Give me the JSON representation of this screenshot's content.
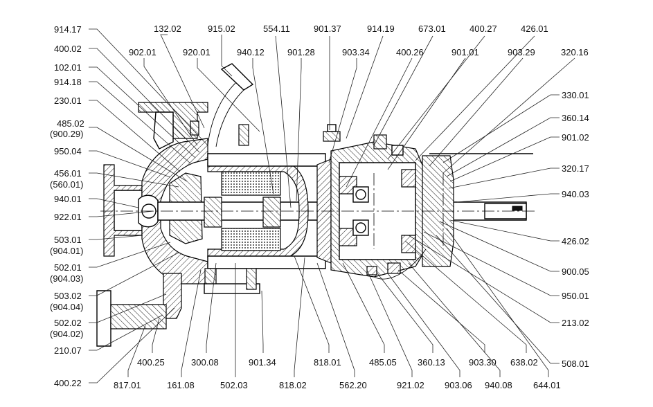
{
  "diagram": {
    "callouts": [
      "914.17",
      "400.02",
      "102.01",
      "914.18",
      "230.01",
      "485.02",
      "(900.29)",
      "950.04",
      "456.01",
      "(560.01)",
      "940.01",
      "922.01",
      "503.01",
      "(904.01)",
      "502.01",
      "(904.03)",
      "503.02",
      "(904.04)",
      "502.02",
      "(904.02)",
      "210.07",
      "400.22",
      "132.02",
      "915.02",
      "554.11",
      "901.37",
      "914.19",
      "673.01",
      "400.27",
      "426.01",
      "902.01",
      "920.01",
      "940.12",
      "901.28",
      "903.34",
      "400.26",
      "901.01",
      "903.29",
      "320.16",
      "330.01",
      "360.14",
      "901.02",
      "320.17",
      "940.03",
      "426.02",
      "900.05",
      "950.01",
      "213.02",
      "508.01",
      "400.25",
      "300.08",
      "901.34",
      "818.01",
      "485.05",
      "360.13",
      "903.30",
      "638.02",
      "817.01",
      "161.08",
      "502.03",
      "818.02",
      "562.20",
      "921.02",
      "903.06",
      "940.08",
      "644.01"
    ]
  }
}
